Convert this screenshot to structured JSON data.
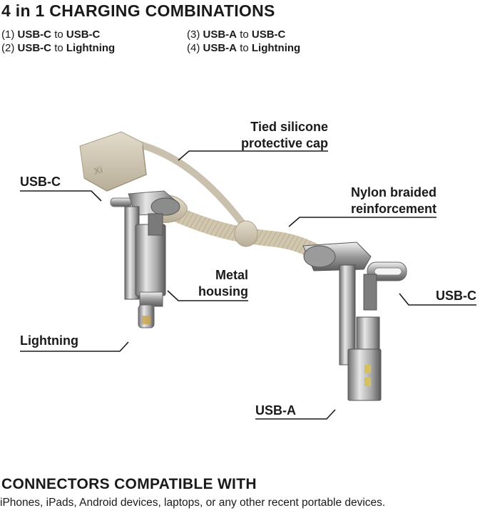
{
  "title": "4 in 1 CHARGING COMBINATIONS",
  "combinations": [
    {
      "num": "(1)",
      "from": "USB-C",
      "to_word": "to",
      "to": "USB-C"
    },
    {
      "num": "(2)",
      "from": "USB-C",
      "to_word": "to",
      "to": "Lightning"
    },
    {
      "num": "(3)",
      "from": "USB-A",
      "to_word": "to",
      "to": "USB-C"
    },
    {
      "num": "(4)",
      "from": "USB-A",
      "to_word": "to",
      "to": "Lightning"
    }
  ],
  "callouts": {
    "cap_line1": "Tied silicone",
    "cap_line2": "protective cap",
    "usbc_left": "USB-C",
    "nylon_line1": "Nylon braided",
    "nylon_line2": "reinforcement",
    "metal_line1": "Metal",
    "metal_line2": "housing",
    "usbc_right": "USB-C",
    "lightning": "Lightning",
    "usba": "USB-A"
  },
  "cap_logo": "Xi",
  "footer": {
    "title": "CONNECTORS COMPATIBLE WITH",
    "text": "iPhones, iPads, Android devices, laptops, or any other recent portable devices."
  },
  "colors": {
    "text": "#1a1a1a",
    "silicone": "#cfc7b4",
    "braid": "#d6cdb6",
    "metal_light": "#d9d9d9",
    "metal_dark": "#6e6e6e"
  }
}
